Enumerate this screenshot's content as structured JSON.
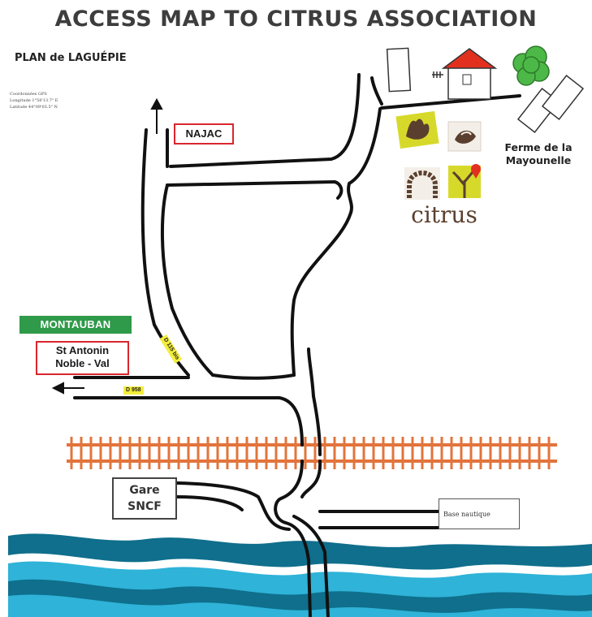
{
  "title": "ACCESS MAP TO CITRUS ASSOCIATION",
  "subtitle": "PLAN de LAGUÉPIE",
  "gps": {
    "heading": "Coordonnées GPS",
    "longitude": "Longitude 1°58'13.7\" E",
    "latitude": "Latitude 44°09'03.5\" N"
  },
  "labels": {
    "najac": "NAJAC",
    "montauban": "MONTAUBAN",
    "st_antonin_line1": "St Antonin",
    "st_antonin_line2": "Noble - Val",
    "road_d115bis": "D 115 bis",
    "road_d958": "D 958",
    "gare_line1": "Gare",
    "gare_line2": "SNCF",
    "base_nautique": "Base nautique",
    "ferme_line1": "Ferme de la",
    "ferme_line2": "Mayounelle",
    "citrus_logo": "citrus"
  },
  "colors": {
    "road": "#111111",
    "frame_red": "#d9262c",
    "montauban_green": "#2f9a49",
    "road_tag_yellow": "#f4ee3c",
    "railway": "#e2743c",
    "river_dark": "#0f6f8c",
    "river_light": "#2fb3d8",
    "house_roof": "#e2301f",
    "tree_green": "#4cb847",
    "logo_yellow": "#d7d92a",
    "logo_brown": "#5b3f2e"
  },
  "icons": [
    "north-arrow-icon",
    "west-arrow-icon",
    "house-icon",
    "tree-icon",
    "hand-logo-icon",
    "fish-logo-icon",
    "arch-logo-icon",
    "tree-logo-icon",
    "location-pin-icon"
  ]
}
